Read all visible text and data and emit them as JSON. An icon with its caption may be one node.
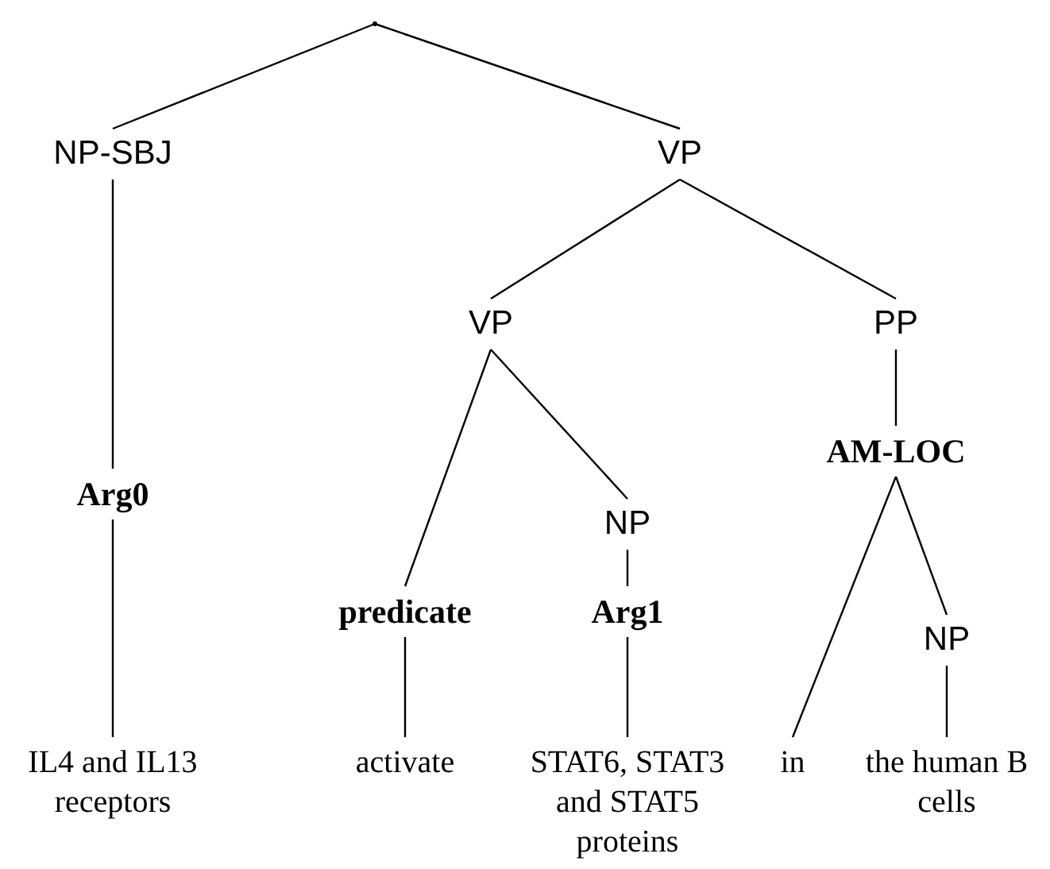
{
  "diagram": {
    "nodes": [
      {
        "text": [],
        "shape": "point"
      },
      {
        "text": [
          "NP-SBJ"
        ]
      },
      {
        "text": [
          "VP"
        ]
      },
      {
        "text": [
          "Arg0"
        ]
      },
      {
        "text": [
          "VP"
        ]
      },
      {
        "text": [
          "PP"
        ]
      },
      {
        "text": [
          "IL4 and IL13 receptors"
        ]
      },
      {
        "text": [
          "predicate"
        ]
      },
      {
        "text": [
          "NP"
        ]
      },
      {
        "text": [
          "AM-LOC"
        ]
      },
      {
        "text": [
          "activate"
        ]
      },
      {
        "text": [
          "Arg1"
        ]
      },
      {
        "text": [
          "in"
        ]
      },
      {
        "text": [
          "NP"
        ]
      },
      {
        "text": [
          "STAT6, STAT3 and STAT5 proteins"
        ]
      },
      {
        "text": [
          "the human B cells"
        ]
      }
    ],
    "edges": [
      {
        "from": 0,
        "to": 1,
        "arrow": "none"
      },
      {
        "from": 0,
        "to": 2,
        "arrow": "none"
      },
      {
        "from": 1,
        "to": 3,
        "arrow": "none"
      },
      {
        "from": 3,
        "to": 6,
        "arrow": "none"
      },
      {
        "from": 2,
        "to": 4,
        "arrow": "none"
      },
      {
        "from": 2,
        "to": 5,
        "arrow": "none"
      },
      {
        "from": 4,
        "to": 7,
        "arrow": "none"
      },
      {
        "from": 4,
        "to": 8,
        "arrow": "none"
      },
      {
        "from": 7,
        "to": 10,
        "arrow": "none"
      },
      {
        "from": 8,
        "to": 11,
        "arrow": "none"
      },
      {
        "from": 11,
        "to": 14,
        "arrow": "none"
      },
      {
        "from": 5,
        "to": 9,
        "arrow": "none"
      },
      {
        "from": 9,
        "to": 12,
        "arrow": "none"
      },
      {
        "from": 9,
        "to": 13,
        "arrow": "none"
      },
      {
        "from": 13,
        "to": 15,
        "arrow": "none"
      }
    ]
  }
}
